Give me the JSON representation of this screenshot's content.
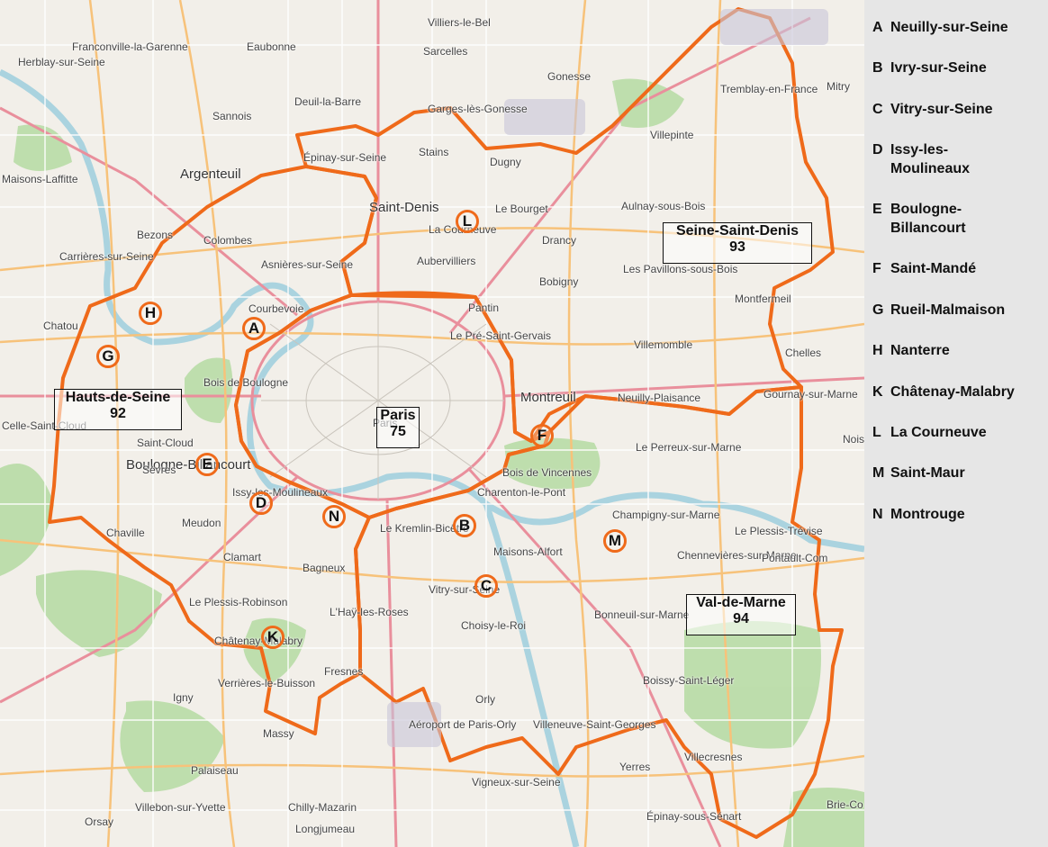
{
  "colors": {
    "boundary": "#ef6a1a",
    "land": "#f2efe9",
    "green": "#b8dca6",
    "road_major": "#f7c27a",
    "road_minor": "#ffffff",
    "motorway": "#e98f9c",
    "water": "#aad3df",
    "legend_bg": "#e6e6e6"
  },
  "legend": [
    {
      "letter": "A",
      "name": "Neuilly-sur-Seine"
    },
    {
      "letter": "B",
      "name": "Ivry-sur-Seine"
    },
    {
      "letter": "C",
      "name": "Vitry-sur-Seine"
    },
    {
      "letter": "D",
      "name": "Issy-les-Moulineaux"
    },
    {
      "letter": "E",
      "name": "Boulogne-Billancourt"
    },
    {
      "letter": "F",
      "name": "Saint-Mandé"
    },
    {
      "letter": "G",
      "name": "Rueil-Malmaison"
    },
    {
      "letter": "H",
      "name": "Nanterre"
    },
    {
      "letter": "K",
      "name": "Châtenay-Malabry"
    },
    {
      "letter": "L",
      "name": "La Courneuve"
    },
    {
      "letter": "M",
      "name": "Saint-Maur"
    },
    {
      "letter": "N",
      "name": "Montrouge"
    }
  ],
  "departments": [
    {
      "name": "Paris",
      "number": "75"
    },
    {
      "name": "Hauts-de-Seine",
      "number": "92"
    },
    {
      "name": "Seine-Saint-Denis",
      "number": "93"
    },
    {
      "name": "Val-de-Marne",
      "number": "94"
    }
  ],
  "markers": [
    "A",
    "B",
    "C",
    "D",
    "E",
    "F",
    "G",
    "H",
    "K",
    "L",
    "M",
    "N"
  ],
  "places": [
    "Villiers-le-Bel",
    "Sarcelles",
    "Gonesse",
    "Herblay-sur-Seine",
    "Franconville-la-Garenne",
    "Eaubonne",
    "Deuil-la-Barre",
    "Sannois",
    "Garges-lès-Gonesse",
    "Tremblay-en-France",
    "Argenteuil",
    "Épinay-sur-Seine",
    "Stains",
    "Dugny",
    "Villepinte",
    "Maisons-Laffitte",
    "Saint-Denis",
    "Le Bourget",
    "Aulnay-sous-Bois",
    "Bezons",
    "Colombes",
    "La Courneuve",
    "Drancy",
    "Carrières-sur-Seine",
    "Asnières-sur-Seine",
    "Aubervilliers",
    "Les Pavillons-sous-Bois",
    "Bobigny",
    "Courbevoie",
    "Pantin",
    "Montfermeil",
    "Chatou",
    "Le Pré-Saint-Gervais",
    "Villemomble",
    "Chelles",
    "Bois de Boulogne",
    "Montreuil",
    "Neuilly-Plaisance",
    "Gournay-sur-Marne",
    "Celle-Saint-Cloud",
    "Saint-Cloud",
    "Le Perreux-sur-Marne",
    "Boulogne-Billancourt",
    "Sèvres",
    "Issy-les-Moulineaux",
    "Bois de Vincennes",
    "Charenton-le-Pont",
    "Champigny-sur-Marne",
    "Meudon",
    "Le Kremlin-Bicêtre",
    "Chaville",
    "Le Plessis-Trévise",
    "Clamart",
    "Maisons-Alfort",
    "Chennevières-sur-Marne",
    "Bagneux",
    "Vitry-sur-Seine",
    "Le Plessis-Robinson",
    "L'Haÿ-les-Roses",
    "Bonneuil-sur-Marne",
    "Châtenay-Malabry",
    "Choisy-le-Roi",
    "Verrières-le-Buisson",
    "Fresnes",
    "Boissy-Saint-Léger",
    "Igny",
    "Orly",
    "Massy",
    "Villeneuve-Saint-Georges",
    "Aéroport de Paris-Orly",
    "Villecresnes",
    "Palaiseau",
    "Yerres",
    "Villebon-sur-Yvette",
    "Chilly-Mazarin",
    "Vigneux-sur-Seine",
    "Orsay",
    "Longjumeau",
    "Épinay-sous-Sénart",
    "Paris",
    "Noisy",
    "Mitry",
    "Pontault-Com",
    "Brie-Co"
  ]
}
